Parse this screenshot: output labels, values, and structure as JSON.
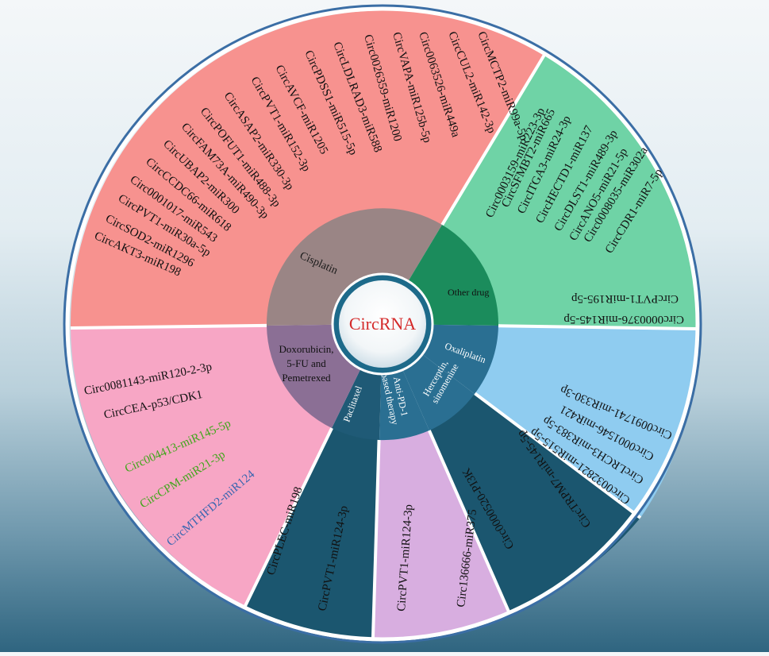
{
  "center": {
    "label": "CircRNA",
    "color": "#d42a2a"
  },
  "categories": {
    "cisplatin": "Cisplatin",
    "other_drug": "Other drug",
    "oxaliplatin": "Oxaliplatin",
    "herceptin_lines": [
      "Herceptin,",
      "sinomenine"
    ],
    "antipd1_lines": [
      "Anti-PD-1",
      "based therapy"
    ],
    "paclitaxel": "Paclitaxel",
    "doxorubicin_lines": [
      "Doxorubicin,",
      "5-FU and",
      "Pemetrexed"
    ]
  },
  "segments": {
    "cisplatin": {
      "color": "#f7928f",
      "items": [
        "CircMCTP2-miR99a-5p",
        "CircCUL2-miR142-3p",
        "Circ0063526-miR449a",
        "CircVAPA-miR125b-5p",
        "Circ0026359-miR1200",
        "CircLDLRAD3-miR588",
        "CircPDSS1-miR515-5p",
        "CircAVCF-miR1205",
        "CircPVT1-miR152-3p",
        "CircASAP2-miR330-3p",
        "CircPOFUT1-miR488-3p",
        "CircFAM73A-miR490-3p",
        "CircUBAP2-miR300",
        "CircCCDC66-miR618",
        "Circ0001017-miR543",
        "CircPVT1-miR30a-5p",
        "CircSOD2-miR1296",
        "CircAKT3-miR198"
      ]
    },
    "other_drug": {
      "color": "#6fd3a6",
      "items": [
        "Circ0003159-miR223-3p",
        "CircSFMBT2-miR665",
        "CircITGA3-miR24-3p",
        "CircHECTD1-miR137",
        "CircDLST1-miR489-3p",
        "CircANO5-miR21-5p",
        "Circ0008035-miR302a",
        "CircCDR1-miR7-5p",
        "CircPVT1-miR195-5p",
        "Circ0000376-miR145-5p"
      ]
    },
    "oxaliplatin": {
      "color": "#8fccf0",
      "items": [
        "Circ0091741-miR330-3p",
        "Circ0001546-miR421",
        "CircLRCH3-miR383-5p",
        "Circ0032821-miR515-5p"
      ]
    },
    "herceptin": {
      "color": "#1b566f",
      "items": [
        "CircTRPM7-miR145-5p",
        "Circ0000520-PI3K"
      ]
    },
    "antipd1": {
      "color": "#d8aee0",
      "items": [
        "Circ136666-miR375",
        "CircPVT1-miR124-3p"
      ]
    },
    "paclitaxel": {
      "color": "#1b566f",
      "items": [
        "CircPVT1-miR124-3p",
        "CircPLEC-miR198"
      ]
    },
    "doxorubicin": {
      "color": "#f7a6c5",
      "items": [
        {
          "text": "Circ0081143-miR120-2-3p",
          "color": "#111111"
        },
        {
          "text": "CircCEA-p53/CDK1",
          "color": "#111111"
        },
        {
          "text": "Circ004413-miR145-5p",
          "color": "#3fa61a"
        },
        {
          "text": "CircCPM-miR21-3p",
          "color": "#3fa61a"
        },
        {
          "text": "CircMTHFD2-miR124",
          "color": "#3a66b0"
        }
      ]
    }
  }
}
